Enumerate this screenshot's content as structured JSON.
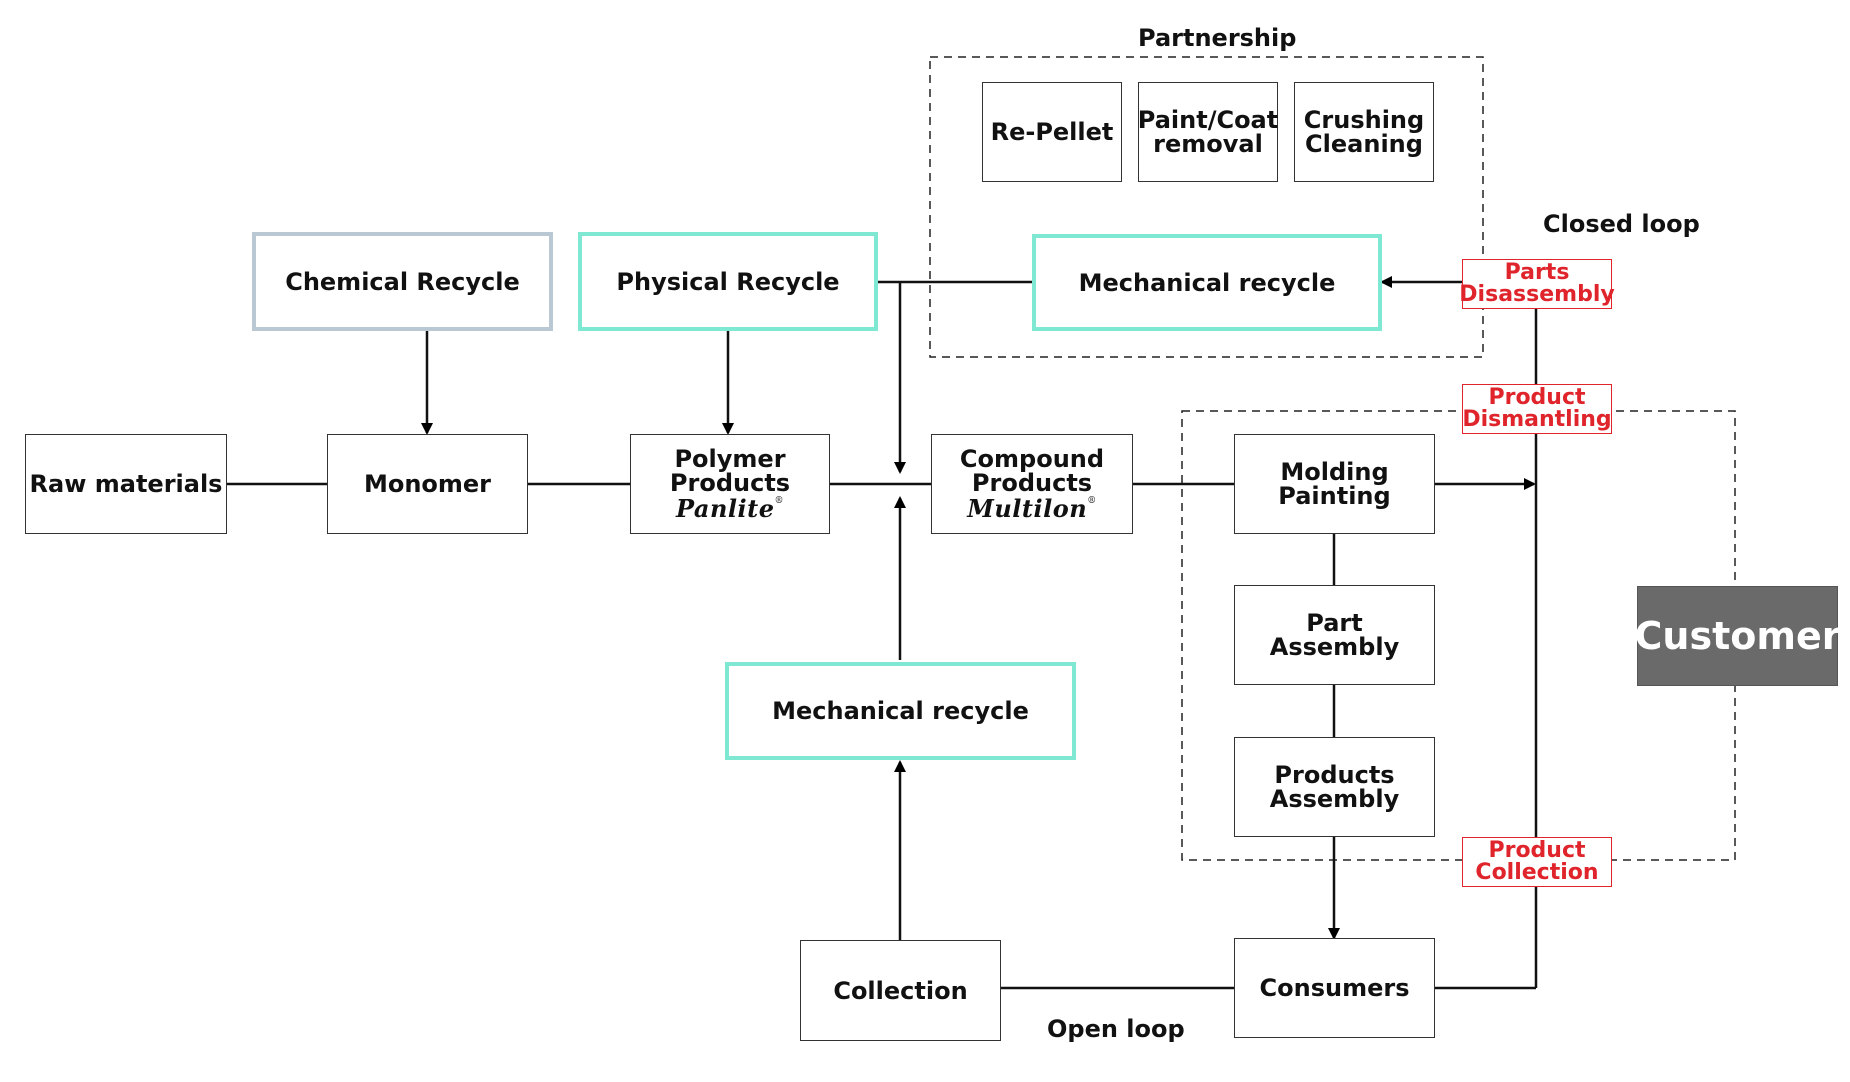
{
  "colors": {
    "teal_border": "#7ee8d3",
    "grey_border": "#b9c8d3",
    "red_tag": "#e0242b",
    "customer_bg": "#6a6a6a"
  },
  "labels": {
    "partnership": "Partnership",
    "closed_loop": "Closed loop",
    "open_loop": "Open loop"
  },
  "boxes": {
    "re_pellet": "Re-Pellet",
    "paint_coat": [
      "Paint/Coat",
      "removal"
    ],
    "crushing": [
      "Crushing",
      "Cleaning"
    ],
    "mech_recycle_top": "Mechanical recycle",
    "chemical_recycle": "Chemical Recycle",
    "physical_recycle": "Physical Recycle",
    "raw_materials": "Raw materials",
    "monomer": "Monomer",
    "polymer": [
      "Polymer",
      "Products"
    ],
    "polymer_brand": "Panlite",
    "compound": [
      "Compound",
      "Products"
    ],
    "compound_brand": "Multilon",
    "molding": [
      "Molding",
      "Painting"
    ],
    "part_assembly": [
      "Part",
      "Assembly"
    ],
    "products_assembly": [
      "Products",
      "Assembly"
    ],
    "mech_recycle_bottom": "Mechanical recycle",
    "collection": "Collection",
    "consumers": "Consumers",
    "customer": "Customer"
  },
  "tags": {
    "parts_disassembly": [
      "Parts",
      "Disassembly"
    ],
    "product_dismantling": [
      "Product",
      "Dismantling"
    ],
    "product_collection": [
      "Product",
      "Collection"
    ]
  },
  "trademark": "®"
}
